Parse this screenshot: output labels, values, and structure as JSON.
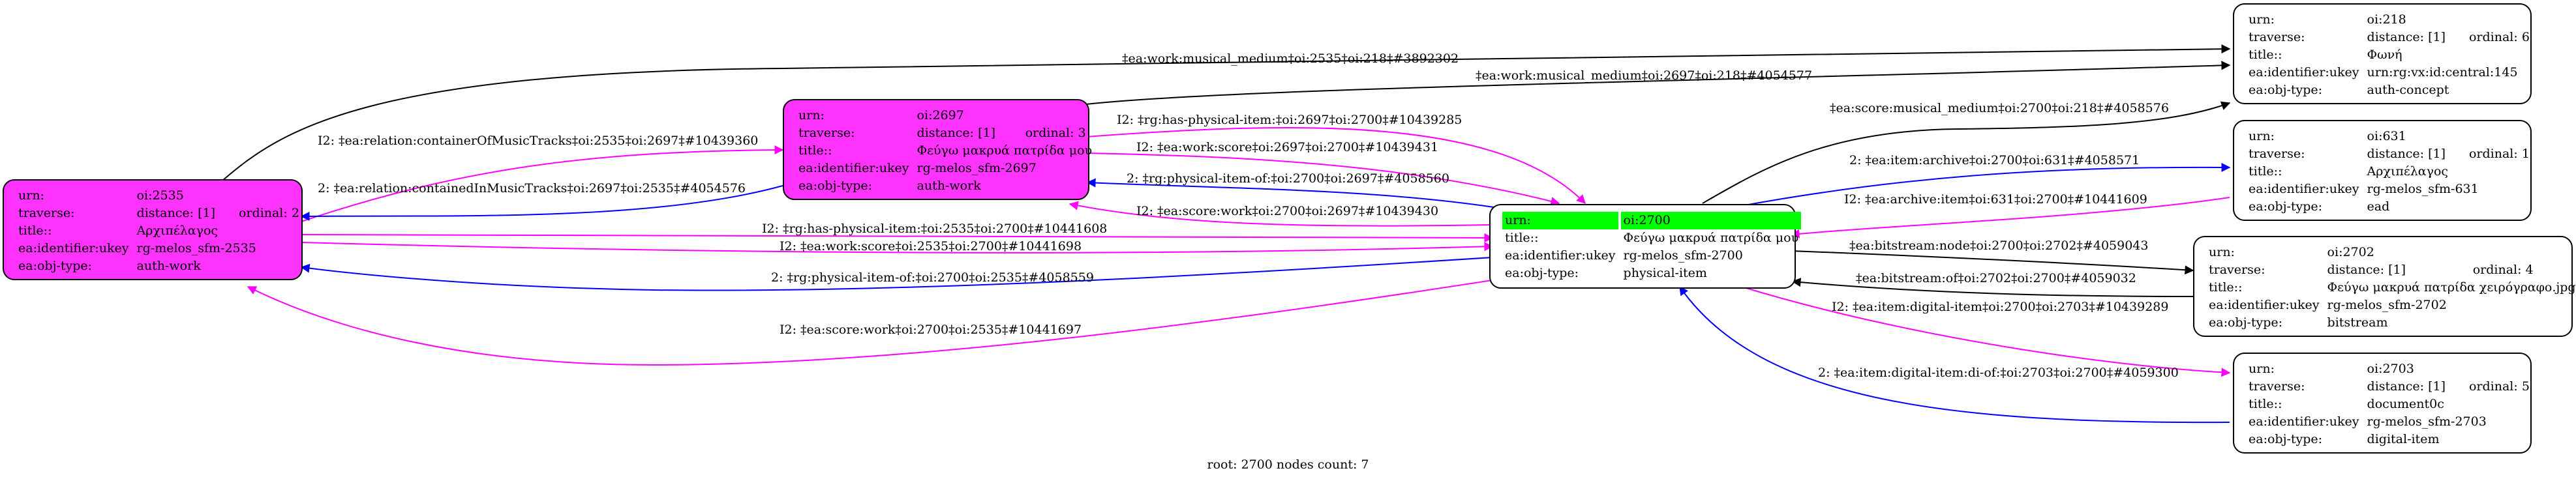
{
  "colors": {
    "work_node_fill": "#ff33ff",
    "root_highlight": "#00ff00",
    "edge_black": "#000000",
    "edge_magenta": "#ff00ff",
    "edge_blue": "#0000ff"
  },
  "nodes": {
    "n2535": {
      "urn": {
        "key": "urn:",
        "value": "oi:2535"
      },
      "traverse": {
        "key": "traverse:",
        "distance": "distance: [1]",
        "ordinal": "ordinal: 2"
      },
      "title": {
        "key": "title::",
        "value": "Αρχιπέλαγος"
      },
      "ukey": {
        "key": "ea:identifier:ukey",
        "value": "rg-melos_sfm-2535"
      },
      "objtype": {
        "key": "ea:obj-type:",
        "value": "auth-work"
      }
    },
    "n2697": {
      "urn": {
        "key": "urn:",
        "value": "oi:2697"
      },
      "traverse": {
        "key": "traverse:",
        "distance": "distance: [1]",
        "ordinal": "ordinal: 3"
      },
      "title": {
        "key": "title::",
        "value": "Φεύγω μακρυά πατρίδα μου"
      },
      "ukey": {
        "key": "ea:identifier:ukey",
        "value": "rg-melos_sfm-2697"
      },
      "objtype": {
        "key": "ea:obj-type:",
        "value": "auth-work"
      }
    },
    "n2700": {
      "urn": {
        "key": "urn:",
        "value": "oi:2700"
      },
      "title": {
        "key": "title::",
        "value": "Φεύγω μακρυά πατρίδα μου"
      },
      "ukey": {
        "key": "ea:identifier:ukey",
        "value": "rg-melos_sfm-2700"
      },
      "objtype": {
        "key": "ea:obj-type:",
        "value": "physical-item"
      }
    },
    "n218": {
      "urn": {
        "key": "urn:",
        "value": "oi:218"
      },
      "traverse": {
        "key": "traverse:",
        "distance": "distance: [1]",
        "ordinal": "ordinal: 6"
      },
      "title": {
        "key": "title::",
        "value": "Φωνή"
      },
      "ukey": {
        "key": "ea:identifier:ukey",
        "value": "urn:rg:vx:id:central:145"
      },
      "objtype": {
        "key": "ea:obj-type:",
        "value": "auth-concept"
      }
    },
    "n631": {
      "urn": {
        "key": "urn:",
        "value": "oi:631"
      },
      "traverse": {
        "key": "traverse:",
        "distance": "distance: [1]",
        "ordinal": "ordinal: 1"
      },
      "title": {
        "key": "title::",
        "value": "Αρχιπέλαγος"
      },
      "ukey": {
        "key": "ea:identifier:ukey",
        "value": "rg-melos_sfm-631"
      },
      "objtype": {
        "key": "ea:obj-type:",
        "value": "ead"
      }
    },
    "n2702": {
      "urn": {
        "key": "urn:",
        "value": "oi:2702"
      },
      "traverse": {
        "key": "traverse:",
        "distance": "distance: [1]",
        "ordinal": "ordinal: 4"
      },
      "title": {
        "key": "title::",
        "value": "Φεύγω μακρυά πατρίδα χειρόγραφο.jpg"
      },
      "ukey": {
        "key": "ea:identifier:ukey",
        "value": "rg-melos_sfm-2702"
      },
      "objtype": {
        "key": "ea:obj-type:",
        "value": "bitstream"
      }
    },
    "n2703": {
      "urn": {
        "key": "urn:",
        "value": "oi:2703"
      },
      "traverse": {
        "key": "traverse:",
        "distance": "distance: [1]",
        "ordinal": "ordinal: 5"
      },
      "title": {
        "key": "title::",
        "value": "document0c"
      },
      "ukey": {
        "key": "ea:identifier:ukey",
        "value": "rg-melos_sfm-2703"
      },
      "objtype": {
        "key": "ea:obj-type:",
        "value": "digital-item"
      }
    }
  },
  "edges": [
    {
      "id": "e1",
      "from": "oi:2535",
      "to": "oi:218",
      "color": "black",
      "label": "‡ea:work:musical_medium‡oi:2535‡oi:218‡#3892302"
    },
    {
      "id": "e2",
      "from": "oi:2697",
      "to": "oi:218",
      "color": "black",
      "label": "‡ea:work:musical_medium‡oi:2697‡oi:218‡#4054577"
    },
    {
      "id": "e3",
      "from": "oi:2700",
      "to": "oi:218",
      "color": "black",
      "label": "‡ea:score:musical_medium‡oi:2700‡oi:218‡#4058576"
    },
    {
      "id": "e4",
      "from": "oi:2535",
      "to": "oi:2697",
      "color": "magenta",
      "label": "I2: ‡ea:relation:containerOfMusicTracks‡oi:2535‡oi:2697‡#10439360"
    },
    {
      "id": "e5",
      "from": "oi:2697",
      "to": "oi:2535",
      "color": "blue",
      "label": "2: ‡ea:relation:containedInMusicTracks‡oi:2697‡oi:2535‡#4054576"
    },
    {
      "id": "e6",
      "from": "oi:2697",
      "to": "oi:2700",
      "color": "magenta",
      "label": "I2: ‡rg:has-physical-item:‡oi:2697‡oi:2700‡#10439285"
    },
    {
      "id": "e7",
      "from": "oi:2697",
      "to": "oi:2700",
      "color": "magenta",
      "label": "I2: ‡ea:work:score‡oi:2697‡oi:2700‡#10439431"
    },
    {
      "id": "e8",
      "from": "oi:2700",
      "to": "oi:2697",
      "color": "blue",
      "label": "2: ‡rg:physical-item-of:‡oi:2700‡oi:2697‡#4058560"
    },
    {
      "id": "e9",
      "from": "oi:2700",
      "to": "oi:2697",
      "color": "magenta",
      "label": "I2: ‡ea:score:work‡oi:2700‡oi:2697‡#10439430"
    },
    {
      "id": "e10",
      "from": "oi:2535",
      "to": "oi:2700",
      "color": "magenta",
      "label": "I2: ‡rg:has-physical-item:‡oi:2535‡oi:2700‡#10441608"
    },
    {
      "id": "e11",
      "from": "oi:2535",
      "to": "oi:2700",
      "color": "magenta",
      "label": "I2: ‡ea:work:score‡oi:2535‡oi:2700‡#10441698"
    },
    {
      "id": "e12",
      "from": "oi:2700",
      "to": "oi:2535",
      "color": "blue",
      "label": "2: ‡rg:physical-item-of:‡oi:2700‡oi:2535‡#4058559"
    },
    {
      "id": "e13",
      "from": "oi:2700",
      "to": "oi:2535",
      "color": "magenta",
      "label": "I2: ‡ea:score:work‡oi:2700‡oi:2535‡#10441697"
    },
    {
      "id": "e14",
      "from": "oi:2700",
      "to": "oi:631",
      "color": "blue",
      "label": "2: ‡ea:item:archive‡oi:2700‡oi:631‡#4058571"
    },
    {
      "id": "e15",
      "from": "oi:631",
      "to": "oi:2700",
      "color": "magenta",
      "label": "I2: ‡ea:archive:item‡oi:631‡oi:2700‡#10441609"
    },
    {
      "id": "e16",
      "from": "oi:2700",
      "to": "oi:2702",
      "color": "black",
      "label": "‡ea:bitstream:node‡oi:2700‡oi:2702‡#4059043"
    },
    {
      "id": "e17",
      "from": "oi:2702",
      "to": "oi:2700",
      "color": "black",
      "label": "‡ea:bitstream:of‡oi:2702‡oi:2700‡#4059032"
    },
    {
      "id": "e18",
      "from": "oi:2700",
      "to": "oi:2703",
      "color": "magenta",
      "label": "I2: ‡ea:item:digital-item‡oi:2700‡oi:2703‡#10439289"
    },
    {
      "id": "e19",
      "from": "oi:2703",
      "to": "oi:2700",
      "color": "blue",
      "label": "2: ‡ea:item:digital-item:di-of:‡oi:2703‡oi:2700‡#4059300"
    }
  ],
  "footer": "root: 2700 nodes count: 7"
}
